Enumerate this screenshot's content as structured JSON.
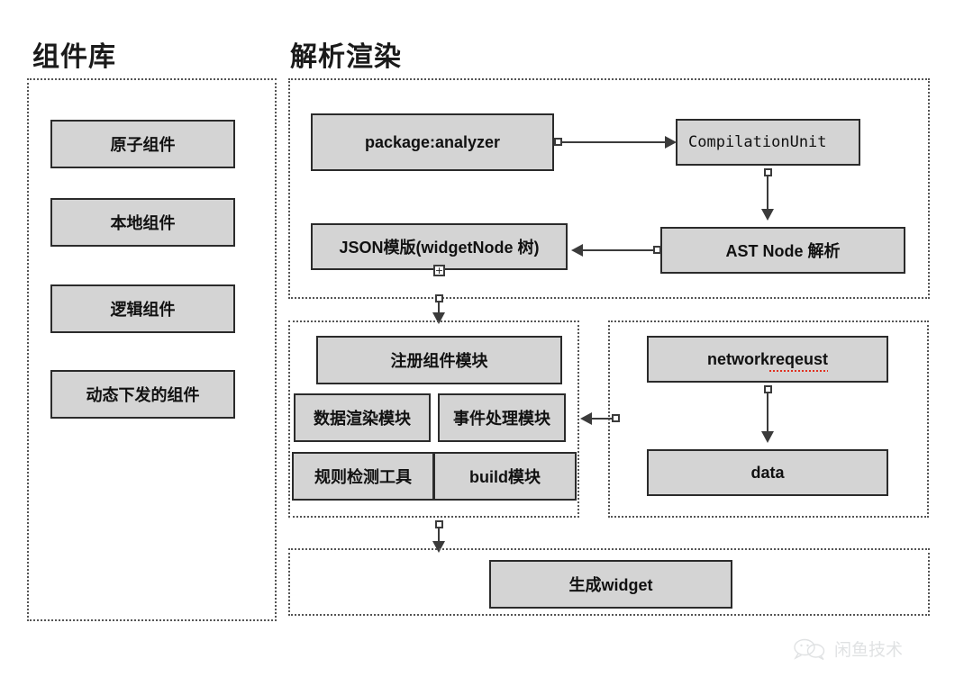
{
  "titles": {
    "left": "组件库",
    "right": "解析渲染"
  },
  "component_library": {
    "items": [
      {
        "label": "原子组件"
      },
      {
        "label": "本地组件"
      },
      {
        "label": "逻辑组件"
      },
      {
        "label": "动态下发的组件"
      }
    ]
  },
  "parse_panel": {
    "nodes": [
      {
        "label": "package:analyzer"
      },
      {
        "label": "CompilationUnit"
      },
      {
        "label": "JSON模版(widgetNode 树)"
      },
      {
        "label": "AST Node 解析"
      }
    ]
  },
  "render_group": {
    "register": "注册组件模块",
    "data_render": "数据渲染模块",
    "event_handle": "事件处理模块",
    "rule_check": "规则检测工具",
    "build": "build模块"
  },
  "network_group": {
    "request_prefix": "network ",
    "request_typo": "reqeust",
    "data": "data"
  },
  "output_panel": {
    "widget": "生成widget"
  },
  "watermark": {
    "text": "闲鱼技术"
  },
  "handles": {
    "plus": "+"
  },
  "colors": {
    "node_fill": "#d4d4d4",
    "node_border": "#2b2b2b",
    "panel_border": "#555555",
    "connector": "#3b3b3b",
    "typo_underline": "#e03020"
  }
}
